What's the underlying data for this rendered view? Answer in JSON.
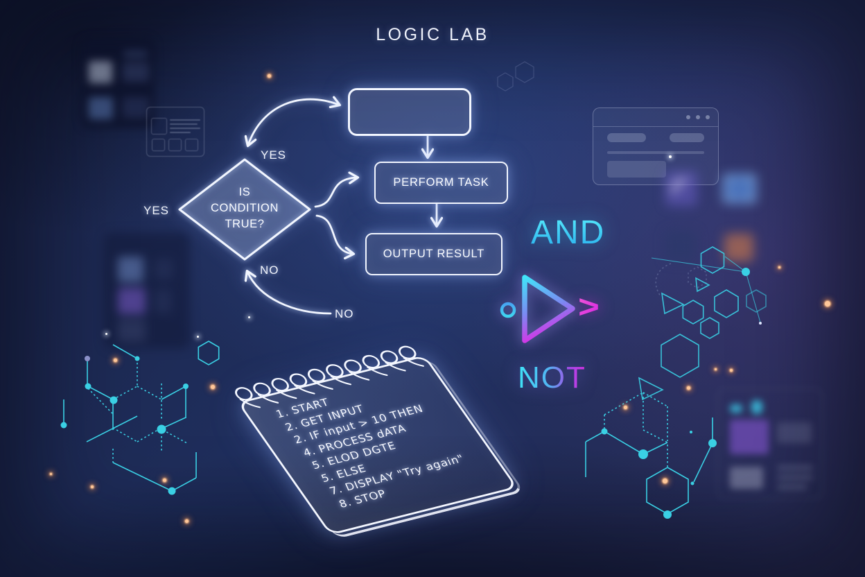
{
  "title": "LOGIC LAB",
  "flowchart": {
    "perform_box": "PERFORM TASK",
    "output_box": "OUTPUT RESULT",
    "diamond": {
      "line1": "IS",
      "line2": "CONDITION",
      "line3": "TRUE?"
    },
    "labels": {
      "yes_left": "YES",
      "yes_top": "YES",
      "no_mid": "NO",
      "no_bottom": "NO"
    }
  },
  "gates": {
    "and": "AND",
    "not": "NOT",
    "chevron": ">"
  },
  "notepad": {
    "lines": [
      "1. START",
      "2. GET INPUT",
      "2. IF input > 10 THEN",
      "4. PROCESS dATA",
      "5. ELOD DGTE",
      "5. ELSE",
      "7. DISPLAY \"Try again\"",
      "8. STOP"
    ]
  },
  "colors": {
    "background_navy": "#203060",
    "flow_white": "#f2f6ff",
    "cyan_accent": "#3ad0e4",
    "and_cyan": "#3fd8f5",
    "not_magenta": "#d62fe0",
    "glow_orange": "#ffb27c"
  }
}
